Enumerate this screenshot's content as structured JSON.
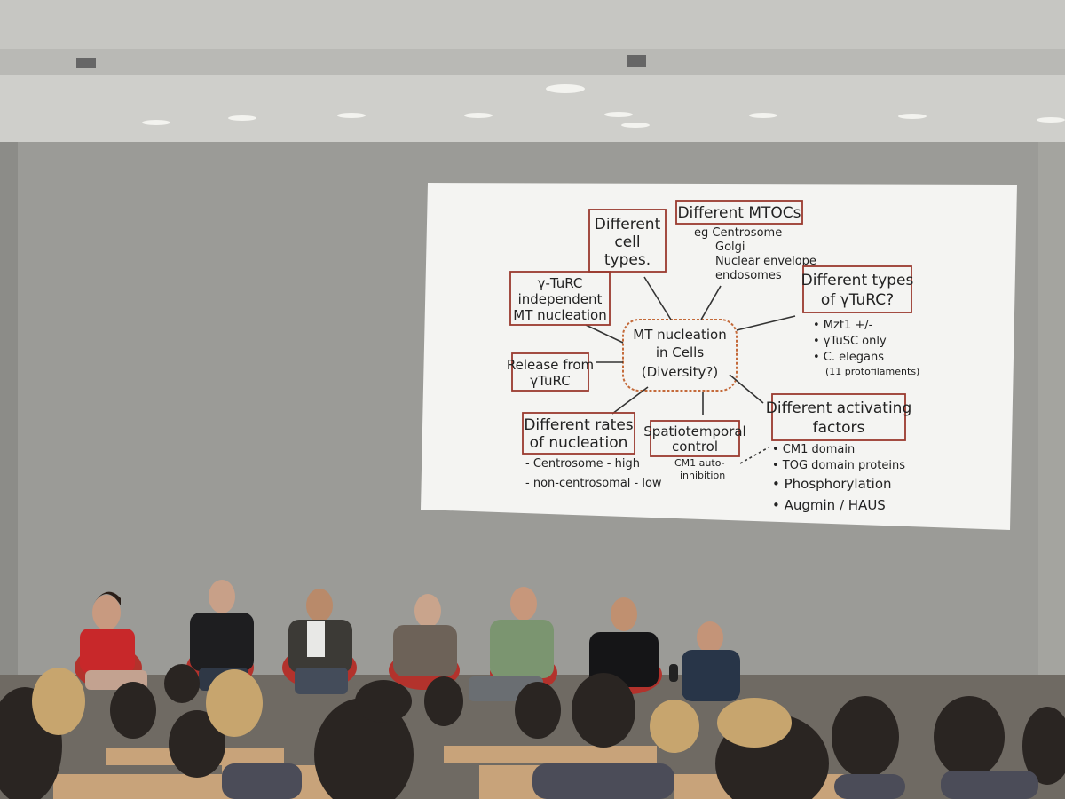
{
  "slide": {
    "center": [
      "MT nucleation",
      "in Cells",
      "(Diversity?)"
    ],
    "cell_types": [
      "Different",
      "cell",
      "types."
    ],
    "mtocs": {
      "title": "Different MTOCs",
      "items": [
        "eg Centrosome",
        "Golgi",
        "Nuclear envelope",
        "endosomes"
      ]
    },
    "yturc_types": {
      "title": [
        "Different types",
        "of γTuRC?"
      ],
      "items": [
        "• Mzt1 +/-",
        "• γTuSC only",
        "• C. elegans",
        "(11 protofilaments)"
      ]
    },
    "independent": [
      "γ-TuRC",
      "independent",
      "MT nucleation"
    ],
    "release": [
      "Release from",
      "γTuRC"
    ],
    "rates": {
      "title": [
        "Different rates",
        "of nucleation"
      ],
      "items": [
        "- Centrosome - high",
        "- non-centrosomal - low"
      ]
    },
    "spatiotemporal": {
      "title": [
        "Spatiotemporal",
        "control"
      ],
      "items": [
        "CM1 auto-",
        "inhibition"
      ]
    },
    "activating": {
      "title": [
        "Different activating",
        "factors"
      ],
      "items": [
        "• CM1 domain",
        "• TOG domain proteins",
        "• Phosphorylation",
        "• Augmin / HAUS"
      ]
    }
  },
  "colors": {
    "box_stroke": "#9a3a2e",
    "ink": "#222222",
    "screen": "#f4f4f2",
    "wall": "#9b9b97",
    "ceiling": "#cfcfcb"
  }
}
